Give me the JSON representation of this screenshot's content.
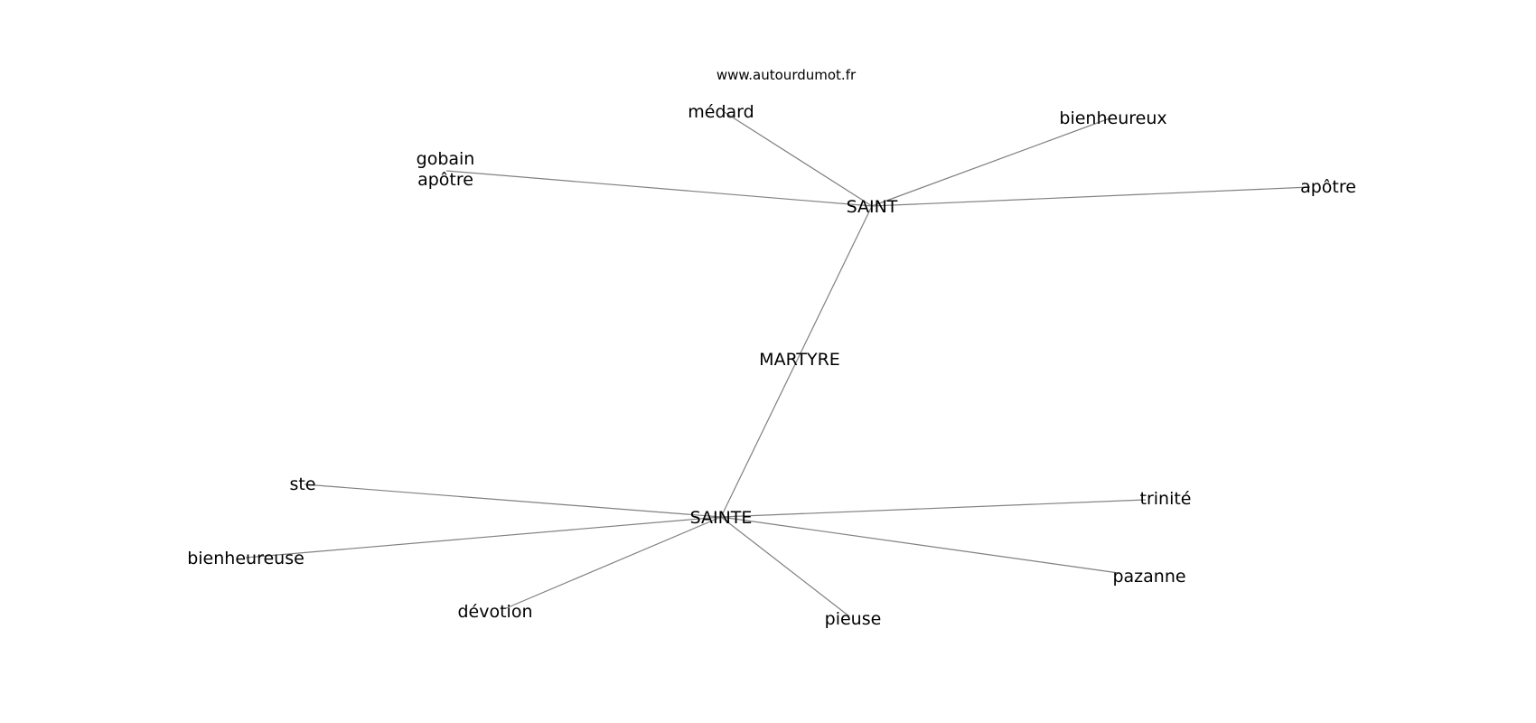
{
  "site": "www.autourdumot.fr",
  "graph": {
    "nodes": [
      {
        "id": "saint",
        "label": "SAINT"
      },
      {
        "id": "martyre",
        "label": "MARTYRE"
      },
      {
        "id": "sainte",
        "label": "SAINTE"
      },
      {
        "id": "medard",
        "label": "médard"
      },
      {
        "id": "bienheureux",
        "label": "bienheureux"
      },
      {
        "id": "gobain",
        "label": "gobain"
      },
      {
        "id": "apotre-1",
        "label": "apôtre"
      },
      {
        "id": "apotre-2",
        "label": "apôtre"
      },
      {
        "id": "ste",
        "label": "ste"
      },
      {
        "id": "bienheureuse",
        "label": "bienheureuse"
      },
      {
        "id": "devotion",
        "label": "dévotion"
      },
      {
        "id": "pieuse",
        "label": "pieuse"
      },
      {
        "id": "trinite",
        "label": "trinité"
      },
      {
        "id": "pazanne",
        "label": "pazanne"
      }
    ],
    "edges": [
      {
        "from": "saint",
        "to": "medard"
      },
      {
        "from": "saint",
        "to": "bienheureux"
      },
      {
        "from": "saint",
        "to": "gobain"
      },
      {
        "from": "saint",
        "to": "apotre-2"
      },
      {
        "from": "saint",
        "to": "sainte"
      },
      {
        "from": "sainte",
        "to": "ste"
      },
      {
        "from": "sainte",
        "to": "bienheureuse"
      },
      {
        "from": "sainte",
        "to": "devotion"
      },
      {
        "from": "sainte",
        "to": "pieuse"
      },
      {
        "from": "sainte",
        "to": "trinite"
      },
      {
        "from": "sainte",
        "to": "pazanne"
      }
    ]
  }
}
